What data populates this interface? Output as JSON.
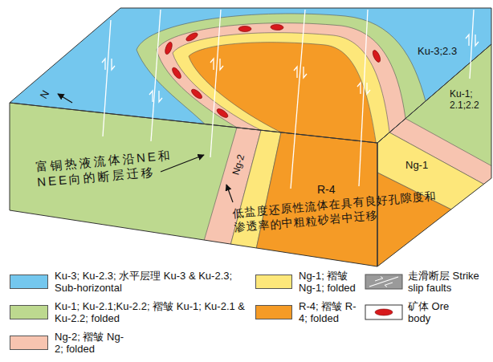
{
  "diagram": {
    "labels": [
      "N",
      "Ku-3;2.3",
      "Ku-1; 2.1;2.2",
      "Ng-1",
      "R-4",
      "Ng-2",
      "富铜热液流体沿NE和 NEE向的断层迁移",
      "低盐度还原性流体在具有良好孔隙度和 渗透率的中粗粒砂岩中迁移"
    ],
    "legend": [
      {
        "text": "Ku-3; Ku-2.3; 水平层理 Ku-3 & Ku-2.3; Sub-horizontal",
        "color": "#74c7ee"
      },
      {
        "text": "Ku-1; Ku-2.1;Ku-2.2; 褶皱 Ku-1; Ku-2.1 & Ku-2.2; folded",
        "color": "#bdd98f"
      },
      {
        "text": "Ng-2; 褶皱 Ng-2; folded",
        "color": "#f7c4b0"
      },
      {
        "text": "Ng-1; 褶皱 Ng-1; folded",
        "color": "#fde77a"
      },
      {
        "text": "R-4; 褶皱 R-4; folded",
        "color": "#f59b26"
      },
      {
        "text": "走滑断层 Strike slip faults"
      },
      {
        "text": "矿体 Ore body"
      }
    ]
  }
}
